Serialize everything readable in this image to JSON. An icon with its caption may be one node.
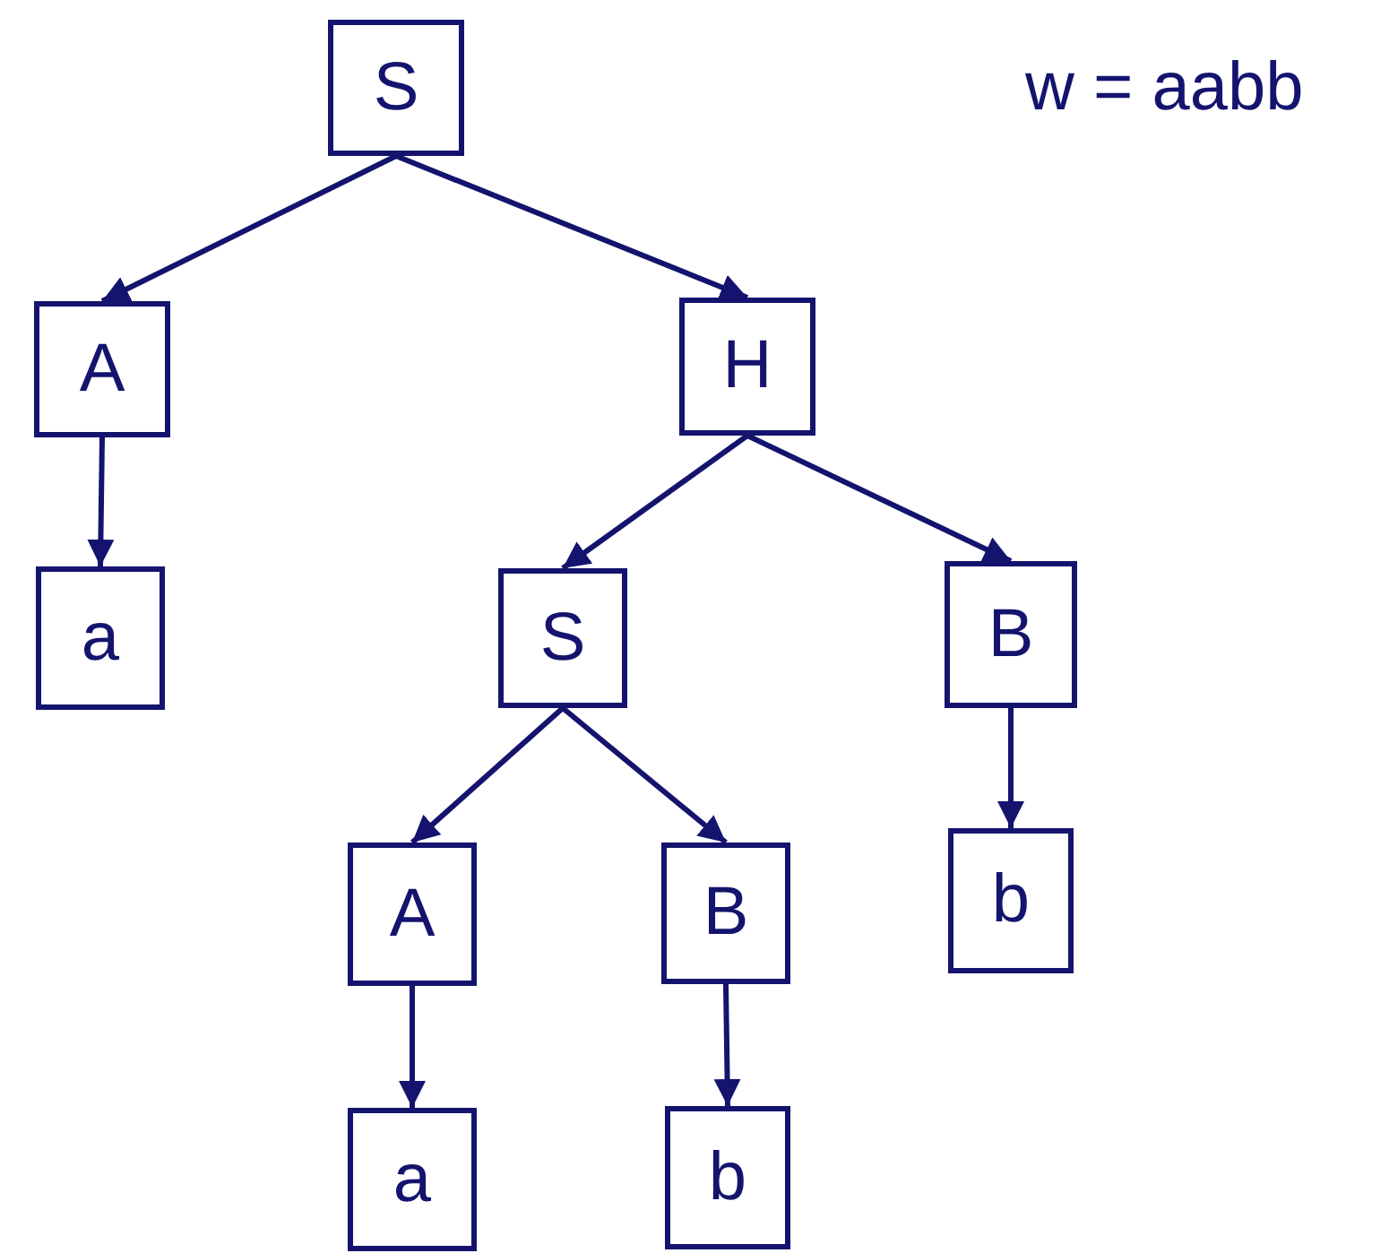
{
  "diagram": {
    "nodes": [
      {
        "text": [
          "S"
        ]
      },
      {
        "text": [
          "A"
        ]
      },
      {
        "text": [
          "H"
        ]
      },
      {
        "text": [
          "a"
        ]
      },
      {
        "text": [
          "S"
        ]
      },
      {
        "text": [
          "B"
        ]
      },
      {
        "text": [
          "A"
        ]
      },
      {
        "text": [
          "B"
        ]
      },
      {
        "text": [
          "b"
        ]
      },
      {
        "text": [
          "a"
        ]
      },
      {
        "text": [
          "b"
        ]
      }
    ],
    "edges": [
      {
        "from": 0,
        "to": 1,
        "arrow": "to"
      },
      {
        "from": 0,
        "to": 2,
        "arrow": "to"
      },
      {
        "from": 1,
        "to": 3,
        "arrow": "to"
      },
      {
        "from": 2,
        "to": 4,
        "arrow": "to"
      },
      {
        "from": 2,
        "to": 5,
        "arrow": "to"
      },
      {
        "from": 4,
        "to": 6,
        "arrow": "to"
      },
      {
        "from": 4,
        "to": 7,
        "arrow": "to"
      },
      {
        "from": 5,
        "to": 8,
        "arrow": "to"
      },
      {
        "from": 6,
        "to": 9,
        "arrow": "to"
      },
      {
        "from": 7,
        "to": 10,
        "arrow": "to"
      }
    ],
    "labels": [
      "w = aabb"
    ]
  }
}
